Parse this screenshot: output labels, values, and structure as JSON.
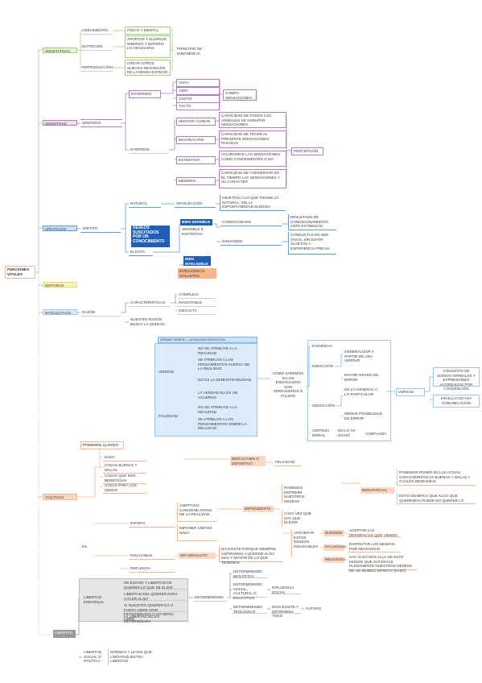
{
  "title": "FUNCIONES VITALES",
  "colors": {
    "green": "#9fd56e",
    "pink": "#e6c3ea",
    "purple": "#b778c6",
    "blue": "#5c9bd8",
    "blue_fill": "#dcebf9",
    "dark_blue": "#1f5eb5",
    "yellow": "#fbf3b0",
    "orange": "#f6b78e",
    "orange_fill": "#fbd7c1",
    "gray": "#9a9a9a",
    "gray_fill": "#e5e5e5"
  },
  "nodes": {
    "root": "FUNCIONES VITALES",
    "vegetativas": "VEGETATIVAS",
    "crecimiento": "CRECIMIENTO",
    "nutricion": "NUTRICIÓN",
    "reproduccion": "REPRODUCCIÓN",
    "fisico": "FÍSICO Y MENTAL",
    "aportar": "APORTAR Y ELIMINAR ENERGÍA Y MATERIA LO NECESARIA",
    "crear": "CREAR OTROS NUEVOS INDIVIDUOS DE LA MISMA ESPECIE",
    "principio": "PRINCIPIO DE INMANENCIA",
    "sensitivas": "SENSITIVAS",
    "sentidos": "SENTIDOS",
    "externos": "EXTERNOS",
    "vista": "VISTA",
    "oido": "OÍDO",
    "gusto": "GUSTO",
    "tacto": "TACTO",
    "campo": "CAMPO SENSACIONES",
    "internos": "INTERNOS",
    "sentido_comun": "SENTIDO COMÚN",
    "imaginacion": "IMAGINACIÓN",
    "estimativa": "ESTIMATIVA",
    "memoria": "MEMORIA",
    "sc_d": "CAPACIDAD DE TODOS LOS ANIMALES DE AGRUPAR SENSACIONES",
    "im_d": "CAPACIDAD DE TRAER AL PRESENTE SENSACIONES PASADAS",
    "es_d": "VALORAMOS LAS SENSACIONES COMO CONVENIENTES O NO",
    "me_d": "CAPACIDAD DE CONSERVAR EN EL TIEMPO LAS SENSACIONES Y SU CARÁCTER",
    "percepcion": "PERCEPCIÓN",
    "natural": "NATURAL",
    "sin_eleccion": "SIN ELECCIÓN",
    "nat_d": "OBJETIVO A LO QUE TIENDE LO NATURAL, SIN LA ESPONTANEIDAD ELEGIDA",
    "apetitivas": "APETITIVAS",
    "apetito": "APETITO",
    "deseos": "DESEOS SUSCITADOS POR UN CONOCIMIENTO",
    "elicito": "ELÍCITO",
    "bien_sensible": "BIEN SENSIBLE",
    "sensible_inst": "SENSIBLE E INSTINTIVO",
    "bien_intel": "BIEN INTELIGIBLE",
    "intel_vol": "INTELIGENCIA VOLUNTAD",
    "condicionado": "CONDICIONADO",
    "innatismo": "INNATISMO",
    "cond_d": "RESULTADO DE CONDICIONAMIENTO ANTE ESTÍMULOS",
    "inn_d": "CONDUCTAS EN SER VIVOS, SIN ESTAR SUJETOS A EXPERIENCIA PREVIA",
    "motoras": "MOTORAS",
    "intelectivas": "INTELECTIVAS",
    "razon": "RAZÓN",
    "caracteristicas": "CARACTERÍSTICAS",
    "compleja": "COMPLEJA",
    "inagotable": "INAGOTABLE",
    "inexacta": "INEXACTA",
    "nuestra_razon": "NUESTRA RAZÓN BUSCA LA VERDAD",
    "ve_header": "VERDAD Y ERROR — LA FACULTAD INTELECTUAL",
    "verdad": "VERDAD",
    "falsedad": "FALSEDAD",
    "v1": "NO SE ATRIBUYE A LA REALIDAD",
    "v2": "SE ATRIBUYE A LOS PENSAMIENTOS ACERCA DE LA REALIDAD",
    "v3": "NO ES LA DEMOSTRABILIDAD",
    "v4": "LA VERDAD NO ES UN ACUERDO",
    "f1": "NO SE ATRIBUYE A LA REALIDAD",
    "f2": "SE ATRIBUYE A LOS PENSAMIENTOS SOBRE LA REALIDAD",
    "como": "CÓMO SABEMOS SI LOS ENUNCIADOS SON VERDADEROS O FALSOS",
    "evidencia": "EVIDENCIA",
    "induccion": "INDUCCIÓN",
    "deduccion": "DEDUCCIÓN",
    "i1": "GENERALIZAR A PARTIR DE UNA VERDAD",
    "i2": "MAYOR GRADO DE ERROR",
    "d1": "DE LO GENERAL A LO PARTICULAR",
    "d2": "MENOS POSIBILIDAD DE ERROR",
    "certeza": "CERTEZA MORAL",
    "no_dicho": "NO LO HA DICHO",
    "confianza": "CONFIANZA",
    "verdad2": "VERDAD",
    "ver_d1": "CONJUNTO DE SIGNOS VERBALES Y EXPRESIONES ACORDADOS POR CONVENCIÓN",
    "ver_d2": "SIN ELLO NO HAY COMUNICACIÓN",
    "volitivas": "VOLITIVAS",
    "podemos_querer": "PODEMOS QUERER",
    "q1": "NADA",
    "q2": "COSAS BUENAS Y MALAS",
    "q3": "COSAS QUE NOS BENEFICIAN",
    "q4": "COSAS PARA LOS DEMÁS",
    "bien_ultimo": "BIEN ÚLTIMO O DEFINITIVO",
    "felicidad": "FELICIDAD",
    "bien_parcial": "BIEN PARCIAL",
    "bp1": "PODEMOS PONER EN LAS COSAS CARACTERÍSTICAS BUENAS Y MALAS Y CUÁLES DESEAMOS",
    "bp2": "ESTO SIGNIFICA QUE ALGO QUE QUEREMOS PUEDE NO QUERER LO",
    "infinita": "INFINITA",
    "inf1": "ASEPTUNA CONVIENE ANTES DE LA REALIDAD",
    "inf2": "IMPONER LÍMITES NADA",
    "podemos_d": "PODEMOS REPRIMIR NUESTROS DESEOS",
    "cada_dia": "CADA VEZ QUE HAY QUE ELEGIR",
    "dependiente": "DEPENDIENTE",
    "es": "ES",
    "insaciable": "INSACIABLE",
    "sin_absoluto": "SIN ABSOLUTO",
    "sa_d": "NO EXISTE PORQUE SIEMPRE ASPIRAMOS A QUERER ALGO MÁS Y MAYOR DE LO QUE TENEMOS",
    "reflexiva": "REFLEXIVA",
    "afrontar": "AFRONTAR ESTOS DESEOS INSACIABLES",
    "budismo": "BUDISMO",
    "epicureismo": "EPICUREÍSMO",
    "religiosa": "RELIGIOSA",
    "bu_d": "ACEPTAR LAS DESGRACIAS QUE VIENEN",
    "ep_d": "DISFRUTAR LOS DESEOS POR NECESIDAD",
    "re_d": "HAY ALGO MÁS ALLÁ DE ESTE MUNDO QUE SATISFACE PLENAMENTE NUESTROS DESEOS DE UN MUNDO INFINITO (KANT)",
    "libertad": "LIBERTAD",
    "libertad_ind": "LIBERTAD INDIVIDUAL",
    "li1": "DE ELEGIR Y LIBERTAD DE QUERER LO QUE SE ELIGE",
    "li2": "LIBERTAD DEL QUERER PARA HACER ALGO",
    "li3": "SI NUESTRO QUERER ES O FUERA LIBRE SINO DETERMINADO O NO SERÍA LIBRE",
    "li4": "LA LIBERTAD NO ES DETERMINADA",
    "determinismo": "DETERMINISMO",
    "dm1": "DETERMINISMO BIOLÓGICO",
    "dm2": "DETERMINISMO SOCIAL, CULTURAL O EDUCATIVO",
    "dm3": "DETERMINISMO TEOLÓGICO",
    "influencia": "INFLUENCIA SOCIAL",
    "dios": "DIOS EXISTE Y DETERMINA TODO",
    "futuro": "FUTURO",
    "libertad_social": "LIBERTAD SOCIAL O POLÍTICA",
    "ls1": "NORMAS Y LEYES QUE LIMITAN NUESTRA LIBERTAD"
  }
}
